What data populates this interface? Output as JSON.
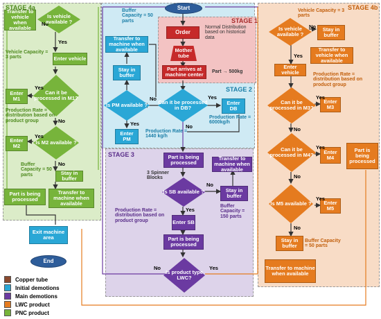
{
  "colors": {
    "copper": "#8a4a2e",
    "initial": "#2aa7d6",
    "main": "#6b3aa1",
    "lwc": "#e57b1f",
    "pnc": "#77b43b",
    "stage1_bg": "#f3c3c3",
    "stage2_bg": "#cfeaf4",
    "stage3_bg": "#ddd3ea",
    "stage4a_bg": "#dbecc8",
    "stage4b_bg": "#f8dcc6"
  },
  "start": "Start",
  "end": "End",
  "stage1": {
    "title": "STAGE 1",
    "order": "Order",
    "mother_tube": "Mother tube",
    "arrives": "Part arrives at machine center",
    "note_dist": "Normal Distribution based on historical data",
    "note_part": "Part → 500kg"
  },
  "stage2": {
    "title": "STAGE 2",
    "buffer_note": "Buffer Capacity = 50 parts",
    "transfer": "Transfer to machine when available",
    "stay": "Stay in buffer",
    "is_pm": "Is PM available ?",
    "can_db": "Can it be processed in DB?",
    "enter_db": "Enter DB",
    "enter_pm": "Enter PM",
    "rate_pm": "Production Rate = 1440 kg/h",
    "rate_db": "Production Rate = 6000kg/h"
  },
  "stage3": {
    "title": "STAGE 3",
    "being1": "Part is being processed",
    "transfer": "Transfer to machine when available",
    "spinner": "3 Spinner Blocks",
    "is_sb": "Is SB available ?",
    "stay": "Stay in buffer",
    "buffer_note": "Buffer Capacity = 150 parts",
    "rate_note": "Production Rate = distribution based on product group",
    "enter_sb": "Enter SB",
    "being2": "Part is being processed",
    "is_lwc": "Is product type LWC?"
  },
  "stage4a": {
    "title": "STAGE 4a",
    "transfer_top": "Transfer to vehicle when available",
    "vehicle_q": "Is vehicle available ?",
    "vehicle_cap": "Vehicle Capacity = 3 parts",
    "enter_vehicle": "Enter vehicle",
    "can_m1": "Can it be processed in M1?",
    "enter_m1": "Enter M1",
    "rate_note": "Production Rate = distribution based on product group",
    "is_m2": "Is M2 available ?",
    "enter_m2": "Enter M2",
    "buffer_note": "Buffer Capacity = 50 parts",
    "stay": "Stay in buffer",
    "being": "Part is being processed",
    "transfer_bottom": "Transfer to machine when available",
    "exit": "Exit machine area"
  },
  "stage4b": {
    "title": "STAGE 4b",
    "vehicle_cap": "Vehicle Capacity = 3 parts",
    "vehicle_q": "Is vehicle available ?",
    "stay_top": "Stay in buffer",
    "transfer_vehicle": "Transfer to vehicle when available",
    "enter_vehicle": "Enter vehicle",
    "rate_note": "Production Rate = distribution based on product group",
    "can_m3": "Can it be processed in M3?",
    "enter_m3": "Enter M3",
    "can_m4": "Can it be processed in M4?",
    "enter_m4": "Enter M4",
    "being": "Part is being processed",
    "is_m5": "Is M5 available ?",
    "enter_m5": "Enter M5",
    "stay": "Stay in buffer",
    "buffer_note": "Buffer Capacity = 50 parts",
    "transfer_bottom": "Transfer to machine when available"
  },
  "labels": {
    "yes": "Yes",
    "no": "No"
  },
  "legend": [
    "Copper tube",
    "Initial demotions",
    "Main demotions",
    "LWC product",
    "PNC product"
  ]
}
